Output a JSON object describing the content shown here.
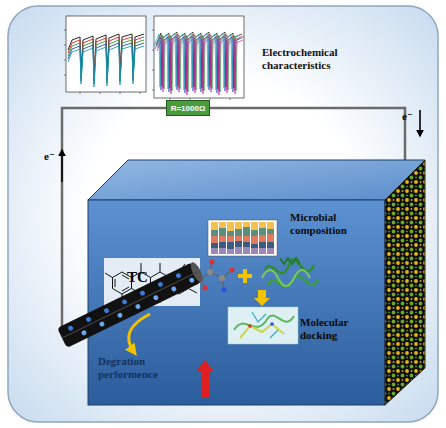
{
  "diagram": {
    "nodes": [
      {
        "text": [
          "R=1000Ω"
        ]
      }
    ],
    "labels": [
      "Electrochemical characteristics",
      "e⁻",
      "e⁻",
      "Microbial composition",
      "TC",
      "Molecular docking",
      "Degration performence"
    ]
  }
}
